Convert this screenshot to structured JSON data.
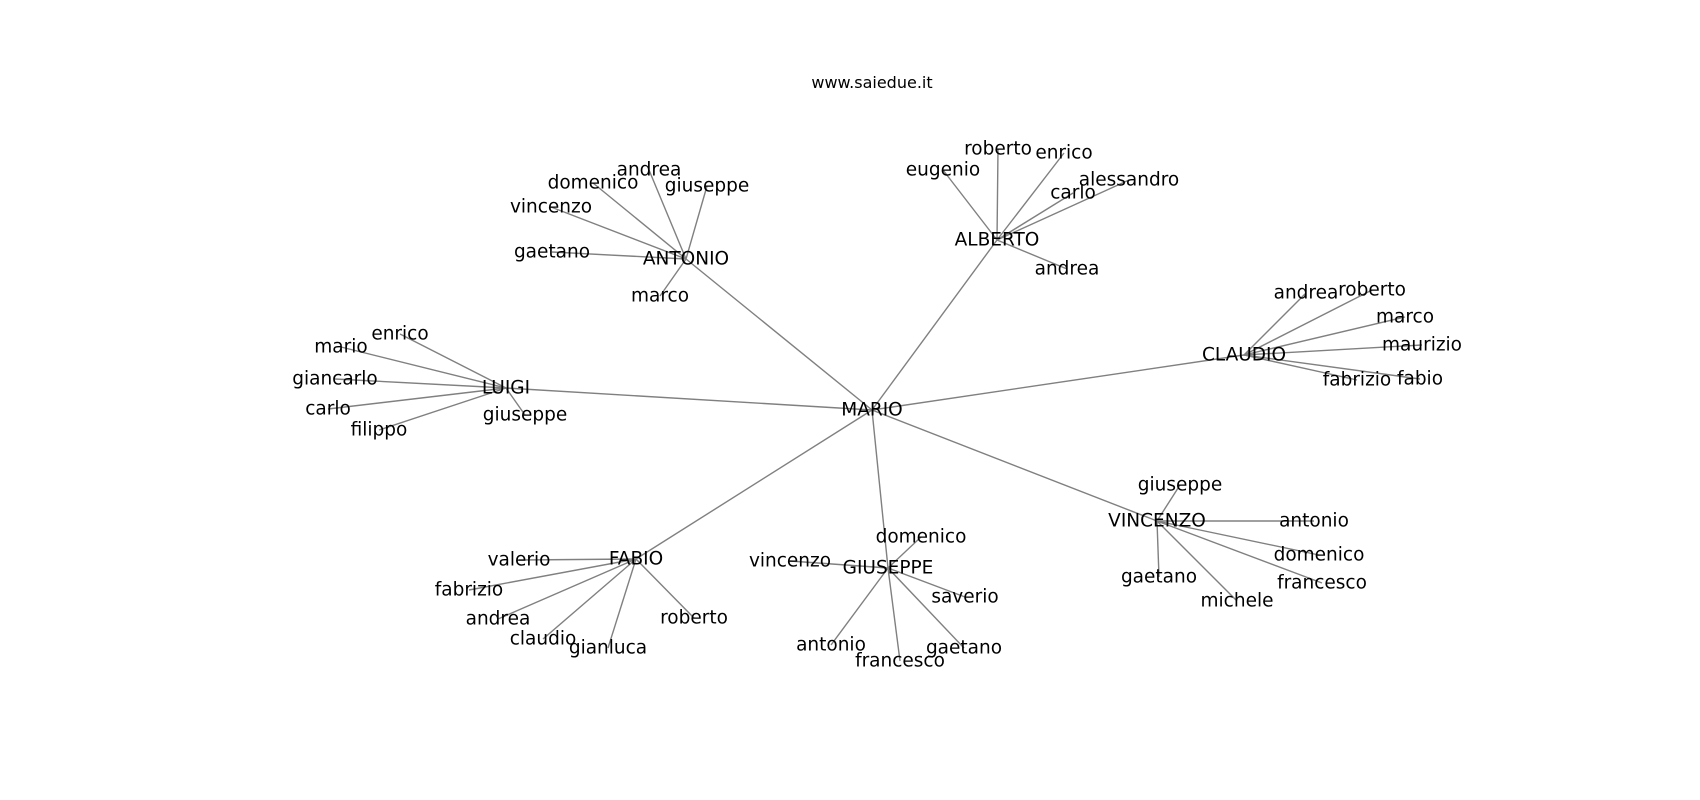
{
  "graph": {
    "title": "www.saiedue.it",
    "edge_color": "#808080",
    "text_color": "#000000",
    "center": "MARIO",
    "hubs": [
      {
        "name": "ANTONIO",
        "children": [
          "andrea",
          "domenico",
          "giuseppe",
          "vincenzo",
          "gaetano",
          "marco"
        ]
      },
      {
        "name": "ALBERTO",
        "children": [
          "roberto",
          "enrico",
          "eugenio",
          "alessandro",
          "carlo",
          "andrea"
        ]
      },
      {
        "name": "CLAUDIO",
        "children": [
          "andrea",
          "roberto",
          "marco",
          "maurizio",
          "fabrizio",
          "fabio"
        ]
      },
      {
        "name": "LUIGI",
        "children": [
          "enrico",
          "mario",
          "giancarlo",
          "carlo",
          "filippo",
          "giuseppe"
        ]
      },
      {
        "name": "VINCENZO",
        "children": [
          "giuseppe",
          "antonio",
          "domenico",
          "gaetano",
          "francesco",
          "michele"
        ]
      },
      {
        "name": "GIUSEPPE",
        "children": [
          "domenico",
          "vincenzo",
          "saverio",
          "antonio",
          "gaetano",
          "francesco"
        ]
      },
      {
        "name": "FABIO",
        "children": [
          "valerio",
          "fabrizio",
          "andrea",
          "claudio",
          "gianluca",
          "roberto"
        ]
      }
    ]
  }
}
